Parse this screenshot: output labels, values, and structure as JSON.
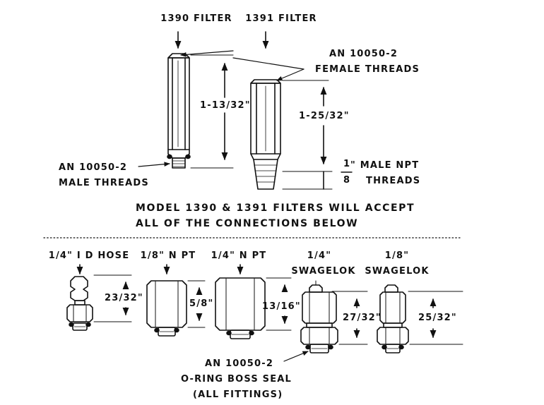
{
  "filters": {
    "f1390_label": "1390 FILTER",
    "f1391_label": "1391 FILTER",
    "female_threads_line1": "AN 10050-2",
    "female_threads_line2": "FEMALE THREADS",
    "f1390_length": "1-13/32\"",
    "f1391_length": "1-25/32\"",
    "male_threads_line1": "AN 10050-2",
    "male_threads_line2": "MALE THREADS",
    "npt_fraction_num": "1",
    "npt_fraction_den": "8",
    "npt_line1": "\" MALE NPT",
    "npt_line2": "THREADS"
  },
  "caption": {
    "line1": "MODEL 1390 & 1391 FILTERS WILL ACCEPT",
    "line2": "ALL OF THE CONNECTIONS BELOW"
  },
  "fittings": [
    {
      "name": "1/4\" I D HOSE",
      "dimension": "23/32\""
    },
    {
      "name": "1/8\" N PT",
      "dimension": "5/8\""
    },
    {
      "name": "1/4\" N PT",
      "dimension": "13/16\""
    },
    {
      "name_line1": "1/4\"",
      "name_line2": "SWAGELOK",
      "dimension": "27/32\""
    },
    {
      "name_line1": "1/8\"",
      "name_line2": "SWAGELOK",
      "dimension": "25/32\""
    }
  ],
  "seal_note": {
    "line1": "AN 10050-2",
    "line2": "O-RING BOSS SEAL",
    "line3": "(ALL FITTINGS)"
  },
  "colors": {
    "ink": "#111111",
    "background": "#ffffff"
  }
}
